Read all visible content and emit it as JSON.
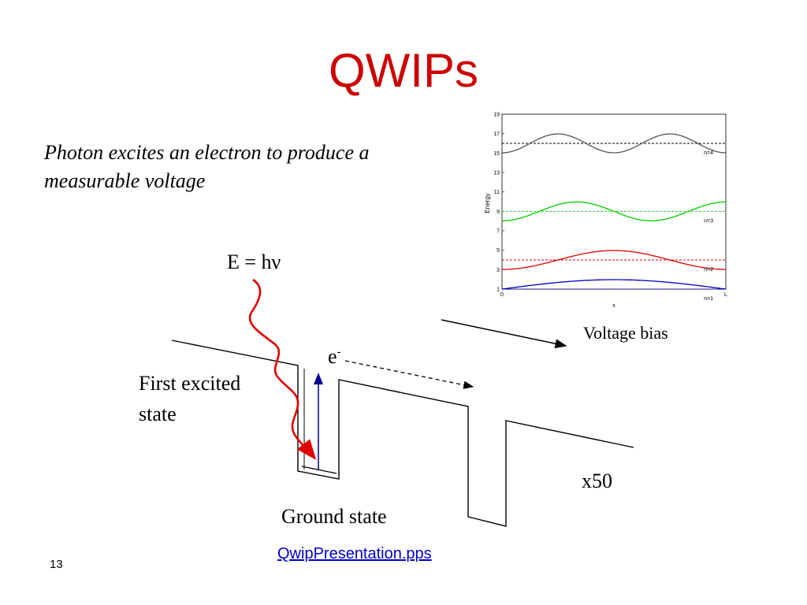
{
  "slide": {
    "title": "QWIPs",
    "subtitle": "Photon excites an electron to produce a measurable voltage",
    "page_number": "13",
    "link_text": "QwipPresentation.pps"
  },
  "diagram": {
    "equation": "E = hν",
    "electron_base": "e",
    "electron_sup": "-",
    "first_excited_line1": "First excited",
    "first_excited_line2": "state",
    "ground_state": "Ground state",
    "voltage_bias": "Voltage bias",
    "multiplier": "x50"
  },
  "colors": {
    "title": "#cc0000",
    "photon": "#e00000",
    "transition_arrow": "#00008b",
    "link": "#0000cc"
  },
  "chart_data": {
    "type": "line",
    "ylabel": "Energy",
    "xlabel": "x",
    "x_ticks": [
      "0",
      "L"
    ],
    "y_ticks": [
      "1",
      "3",
      "5",
      "7",
      "9",
      "11",
      "13",
      "15",
      "17",
      "19"
    ],
    "ylim": [
      1,
      19
    ],
    "series": [
      {
        "name": "n=1",
        "color": "#0000cc",
        "n": 1,
        "level": 1
      },
      {
        "name": "n=2",
        "color": "#dd0000",
        "n": 2,
        "level": 4
      },
      {
        "name": "n=3",
        "color": "#00cc00",
        "n": 3,
        "level": 9
      },
      {
        "name": "n=4",
        "color": "#555555",
        "n": 4,
        "level": 16
      }
    ]
  }
}
